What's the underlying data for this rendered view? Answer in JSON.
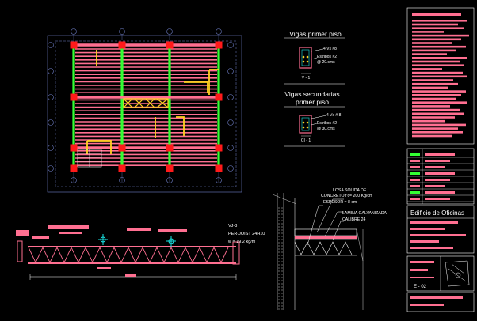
{
  "colors": {
    "background": "#000000",
    "beam_pink": "#ff6f91",
    "column_red": "#ff1a1a",
    "girder_green": "#33ff33",
    "yellow": "#ffd21f",
    "grid_blue": "#6f7fc8",
    "white": "#ffffff",
    "cyan": "#19e6e6"
  },
  "beams_primary": {
    "title": "Vigas primer piso",
    "rebar_note": "4 Vs #8",
    "stirrup_note_1": "Estribos #2",
    "stirrup_note_2": "@ 20.cms",
    "section_label": "V - 1"
  },
  "beams_secondary": {
    "title_line1": "Vigas secundarias",
    "title_line2": "primer piso",
    "rebar_note": "4 Vs # 8",
    "stirrup_note_1": "Estribos #2",
    "stirrup_note_2": "@ 30.cms",
    "section_label": "CI - 1"
  },
  "joist": {
    "line1": "VJ-3",
    "line2": "PER-JOIST 24H10",
    "line3": "w = 19.2 kg/m"
  },
  "slab_detail": {
    "line1": "LOSA SOLIDA DE",
    "line2": "CONCRETO f'c= 200 Kg/cm",
    "line3": "ESPESOR = 8 cm",
    "line4": "LAMINA GALVANIZADA",
    "line5": "CALIBRE 24"
  },
  "title_block": {
    "project_name": "Edificio de Oficinas",
    "sheet_number": "E - 02"
  }
}
